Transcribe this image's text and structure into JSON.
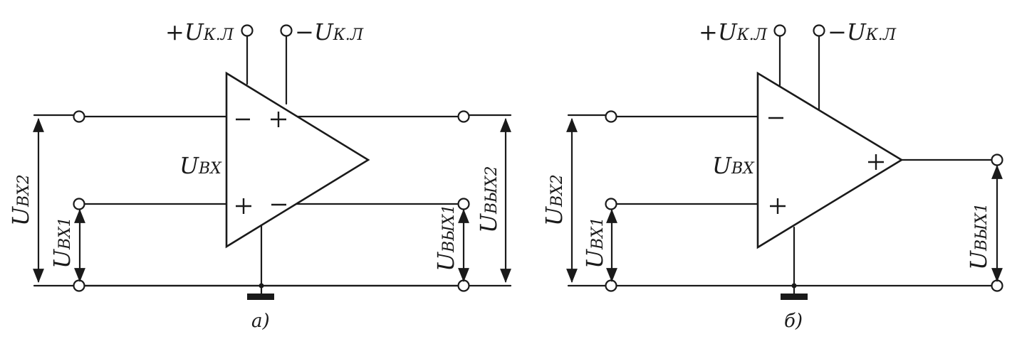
{
  "labels": {
    "supply_pos": {
      "prefix": "+U",
      "sub": "К.Л"
    },
    "supply_neg": {
      "prefix": "−U",
      "sub": "К.Л"
    },
    "u_in": {
      "prefix": "U",
      "sub": "ВХ"
    },
    "u_in1": {
      "prefix": "U",
      "sub": "ВХ1"
    },
    "u_in2": {
      "prefix": "U",
      "sub": "ВХ2"
    },
    "u_out1": {
      "prefix": "U",
      "sub": "ВЫХ1"
    },
    "u_out2": {
      "prefix": "U",
      "sub": "ВЫХ2"
    }
  },
  "captions": {
    "a": "а)",
    "b": "б)"
  },
  "signs": {
    "plus": "+",
    "minus": "−"
  },
  "colors": {
    "ink": "#1a1a1a",
    "background": "#ffffff"
  }
}
